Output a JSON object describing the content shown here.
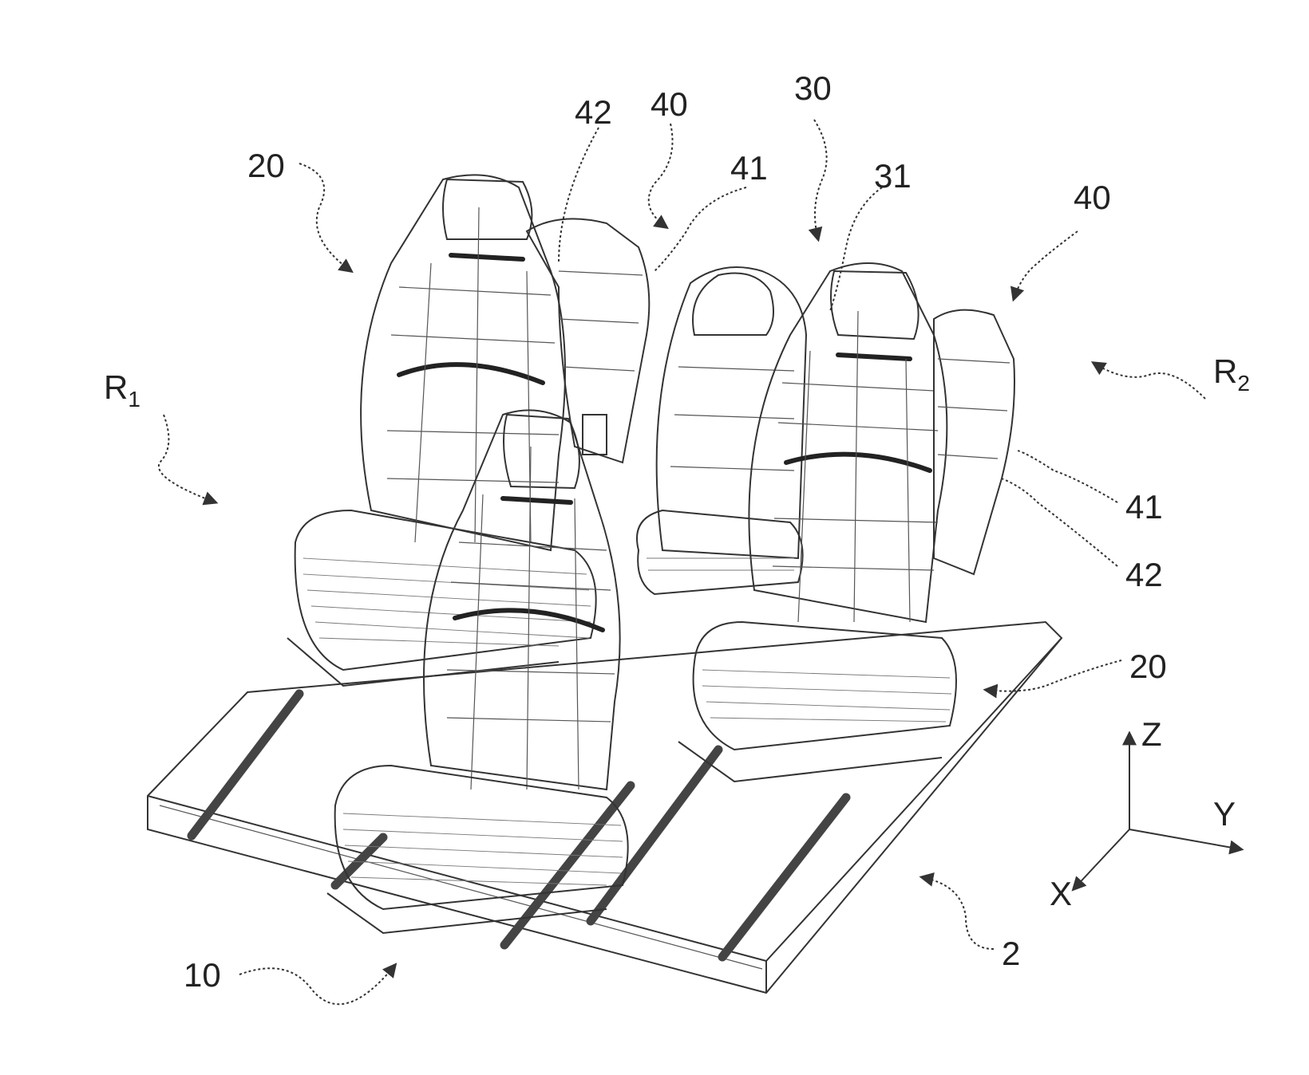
{
  "labels": {
    "l20_left": "20",
    "l42_top": "42",
    "l40_top": "40",
    "l41_top": "41",
    "l30": "30",
    "l31": "31",
    "l40_right": "40",
    "r1_main": "R",
    "r1_sub": "1",
    "r2_main": "R",
    "r2_sub": "2",
    "l41_right": "41",
    "l42_right": "42",
    "l20_right": "20",
    "l10": "10",
    "l2": "2"
  },
  "axes": {
    "z": "Z",
    "y": "Y",
    "x": "X"
  }
}
